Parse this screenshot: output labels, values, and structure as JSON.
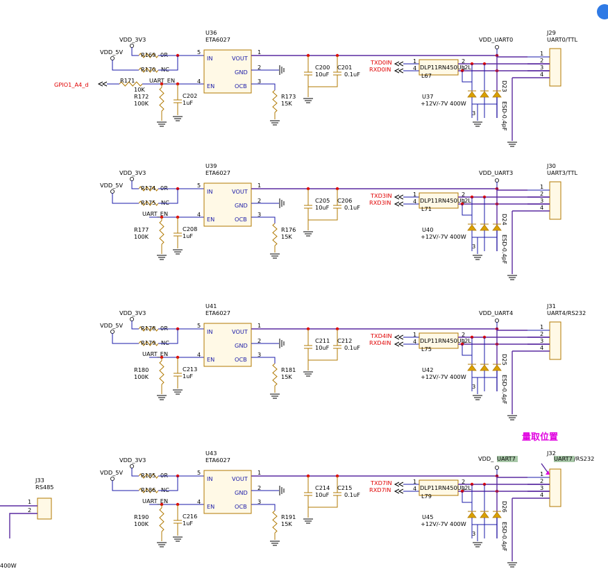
{
  "blocks": [
    {
      "vdd3v3": "VDD_3V3",
      "vdd5v": "VDD_5V",
      "r_top": "R169",
      "r_top_val": "0R",
      "r_nc": "R170",
      "r_nc_val": "NC",
      "gpio": "GPIO1_A4_d",
      "r_gpio": "R171",
      "r_gpio_val": "10K",
      "uart_en": "UART_EN",
      "r_pull": "R172",
      "r_pull_val": "100K",
      "c_en": "C202",
      "c_en_val": "1uF",
      "ic": "U36",
      "ic_part": "ETA6027",
      "pin_in": "IN",
      "pin_vout": "VOUT",
      "pin_gnd": "GND",
      "pin_en": "EN",
      "pin_ocb": "OCB",
      "p5": "5",
      "p1": "1",
      "p2": "2",
      "p4": "4",
      "p3": "3",
      "r_ocb": "R173",
      "r_ocb_val": "15K",
      "c1": "C200",
      "c1_val": "10uF",
      "c2": "C201",
      "c2_val": "0.1uF",
      "txd": "TXD0IN",
      "rxd": "RXD0IN",
      "choke": "DLP11RN450UL2L",
      "choke_ref": "L67",
      "ch_p1": "1",
      "ch_p4": "4",
      "ch_p2": "2",
      "ch_p3": "3",
      "vdd_uart": "VDD_UART0",
      "tvs": "U37",
      "tvs_val": "+12V/-7V 400W",
      "tvs_pin": "3",
      "esd": "D23",
      "esd_val": "ESD-0.4pF",
      "conn": "J29",
      "conn_desc": "UART0/TTL",
      "cp1": "1",
      "cp2": "2",
      "cp3": "3",
      "cp4": "4"
    },
    {
      "vdd3v3": "VDD_3V3",
      "vdd5v": "VDD_5V",
      "r_top": "R174",
      "r_top_val": "0R",
      "r_nc": "R175",
      "r_nc_val": "NC",
      "uart_en": "UART_EN",
      "r_pull": "R177",
      "r_pull_val": "100K",
      "c_en": "C208",
      "c_en_val": "1uF",
      "ic": "U39",
      "ic_part": "ETA6027",
      "pin_in": "IN",
      "pin_vout": "VOUT",
      "pin_gnd": "GND",
      "pin_en": "EN",
      "pin_ocb": "OCB",
      "p5": "5",
      "p1": "1",
      "p2": "2",
      "p4": "4",
      "p3": "3",
      "r_ocb": "R176",
      "r_ocb_val": "15K",
      "c1": "C205",
      "c1_val": "10uF",
      "c2": "C206",
      "c2_val": "0.1uF",
      "txd": "TXD3IN",
      "rxd": "RXD3IN",
      "choke": "DLP11RN450UL2L",
      "choke_ref": "L71",
      "ch_p1": "1",
      "ch_p4": "4",
      "ch_p2": "2",
      "ch_p3": "3",
      "vdd_uart": "VDD_UART3",
      "tvs": "U40",
      "tvs_val": "+12V/-7V 400W",
      "tvs_pin": "3",
      "esd": "D24",
      "esd_val": "ESD-0.4pF",
      "conn": "J30",
      "conn_desc": "UART3/TTL",
      "cp1": "1",
      "cp2": "2",
      "cp3": "3",
      "cp4": "4"
    },
    {
      "vdd3v3": "VDD_3V3",
      "vdd5v": "VDD_5V",
      "r_top": "R178",
      "r_top_val": "0R",
      "r_nc": "R179",
      "r_nc_val": "NC",
      "uart_en": "UART_EN",
      "r_pull": "R180",
      "r_pull_val": "100K",
      "c_en": "C213",
      "c_en_val": "1uF",
      "ic": "U41",
      "ic_part": "ETA6027",
      "pin_in": "IN",
      "pin_vout": "VOUT",
      "pin_gnd": "GND",
      "pin_en": "EN",
      "pin_ocb": "OCB",
      "p5": "5",
      "p1": "1",
      "p2": "2",
      "p4": "4",
      "p3": "3",
      "r_ocb": "R181",
      "r_ocb_val": "15K",
      "c1": "C211",
      "c1_val": "10uF",
      "c2": "C212",
      "c2_val": "0.1uF",
      "txd": "TXD4IN",
      "rxd": "RXD4IN",
      "choke": "DLP11RN450UL2L",
      "choke_ref": "L75",
      "ch_p1": "1",
      "ch_p4": "4",
      "ch_p2": "2",
      "ch_p3": "3",
      "vdd_uart": "VDD_UART4",
      "tvs": "U42",
      "tvs_val": "+12V/-7V 400W",
      "tvs_pin": "3",
      "esd": "D25",
      "esd_val": "ESD-0.4pF",
      "conn": "J31",
      "conn_desc": "UART4/RS232",
      "cp1": "1",
      "cp2": "2",
      "cp3": "3",
      "cp4": "4"
    },
    {
      "vdd3v3": "VDD_3V3",
      "vdd5v": "VDD_5V",
      "r_top": "R185",
      "r_top_val": "0R",
      "r_nc": "R186",
      "r_nc_val": "NC",
      "uart_en": "UART_EN",
      "r_pull": "R190",
      "r_pull_val": "100K",
      "c_en": "C216",
      "c_en_val": "1uF",
      "ic": "U43",
      "ic_part": "ETA6027",
      "pin_in": "IN",
      "pin_vout": "VOUT",
      "pin_gnd": "GND",
      "pin_en": "EN",
      "pin_ocb": "OCB",
      "p5": "5",
      "p1": "1",
      "p2": "2",
      "p4": "4",
      "p3": "3",
      "r_ocb": "R191",
      "r_ocb_val": "15K",
      "c1": "C214",
      "c1_val": "10uF",
      "c2": "C215",
      "c2_val": "0.1uF",
      "txd": "TXD7IN",
      "rxd": "RXD7IN",
      "choke": "DLP11RN450UL2L",
      "choke_ref": "L79",
      "ch_p1": "1",
      "ch_p4": "4",
      "ch_p2": "2",
      "ch_p3": "3",
      "vdd_uart_prefix": "VDD_",
      "vdd_uart_hl": "UART7",
      "tvs": "U45",
      "tvs_val": "+12V/-7V 400W",
      "tvs_pin": "3",
      "esd": "D26",
      "esd_val": "ESD-0.4pF",
      "conn": "J32",
      "conn_desc_hl": "UART7",
      "conn_desc_rest": "/RS232",
      "cp1": "1",
      "cp2": "2",
      "cp3": "3",
      "cp4": "4"
    }
  ],
  "annotation": "量取位置",
  "rs485": {
    "ref": "J33",
    "desc": "RS485",
    "p1": "1",
    "p2": "2",
    "bottom_text": "400W"
  }
}
